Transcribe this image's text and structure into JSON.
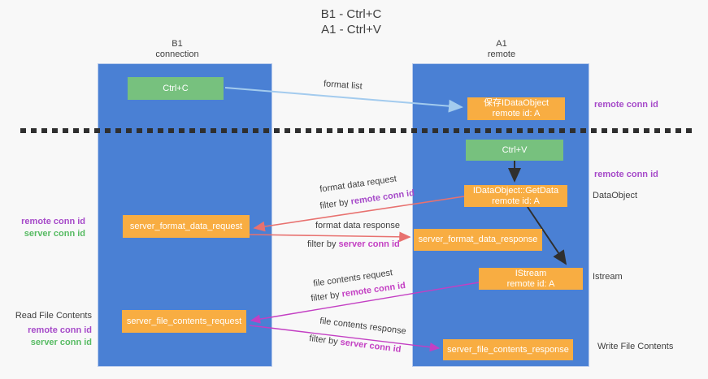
{
  "title": {
    "line1": "B1 - Ctrl+C",
    "line2": "A1 - Ctrl+V"
  },
  "left_column": {
    "header_top": "B1",
    "header_bottom": "connection"
  },
  "right_column": {
    "header_top": "A1",
    "header_bottom": "remote"
  },
  "boxes": {
    "ctrl_c": {
      "label": "Ctrl+C"
    },
    "save_dataobject": {
      "line1": "保存IDataObject",
      "line2": "remote id: A"
    },
    "ctrl_v": {
      "label": "Ctrl+V"
    },
    "getdata": {
      "line1": "IDataObject::GetData",
      "line2": "remote id: A"
    },
    "format_request": {
      "label": "server_format_data_request"
    },
    "format_response": {
      "label": "server_format_data_response"
    },
    "istream": {
      "line1": "IStream",
      "line2": "remote id: A"
    },
    "file_request": {
      "label": "server_file_contents_request"
    },
    "file_response": {
      "label": "server_file_contents_response"
    }
  },
  "arrow_labels": {
    "format_list": "format list",
    "filter_by": "filter by",
    "format_data_request": "format data request",
    "request_filter_top": "remote conn id",
    "format_data_response": "format data response",
    "response_filter_mid": "server conn id",
    "file_contents_request": "file contents request",
    "request_filter_bottom": "remote conn id",
    "file_contents_response": "file contents response",
    "response_filter_bottom": "server conn id"
  },
  "side_labels": {
    "remote_conn_id_top_right": "remote conn id",
    "remote_conn_id_mid_right": "remote conn id",
    "dataobject": "DataObject",
    "istream": "Istream",
    "write_file_contents": "Write File Contents",
    "remote_conn_id_left": "remote conn id",
    "server_conn_id_left": "server conn id",
    "read_file_contents": "Read File Contents",
    "remote_conn_id_left_bottom": "remote conn id",
    "server_conn_id_left_bottom": "server conn id"
  },
  "colors": {
    "column_blue": "#4a80d4",
    "box_green": "#77c17e",
    "box_orange": "#f8ad42",
    "purple_text": "#a64ac9",
    "magenta_text": "#c33fc3",
    "green_text": "#57bb63",
    "salmon_arrow": "#e8716f",
    "light_blue_arrow": "#a3cbee",
    "black_arrow": "#2f2f2f",
    "background": "#f8f8f8"
  }
}
